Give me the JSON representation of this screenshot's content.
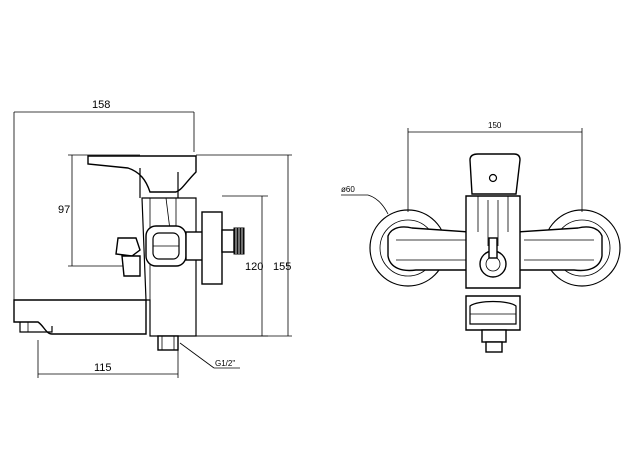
{
  "dimensions": {
    "width_total": "158",
    "lever_height": "97",
    "inlet_height": "120",
    "total_height": "155",
    "spout_length": "115",
    "thread": "G1/2\"",
    "centers": "150",
    "flange_diameter": "ø60"
  }
}
